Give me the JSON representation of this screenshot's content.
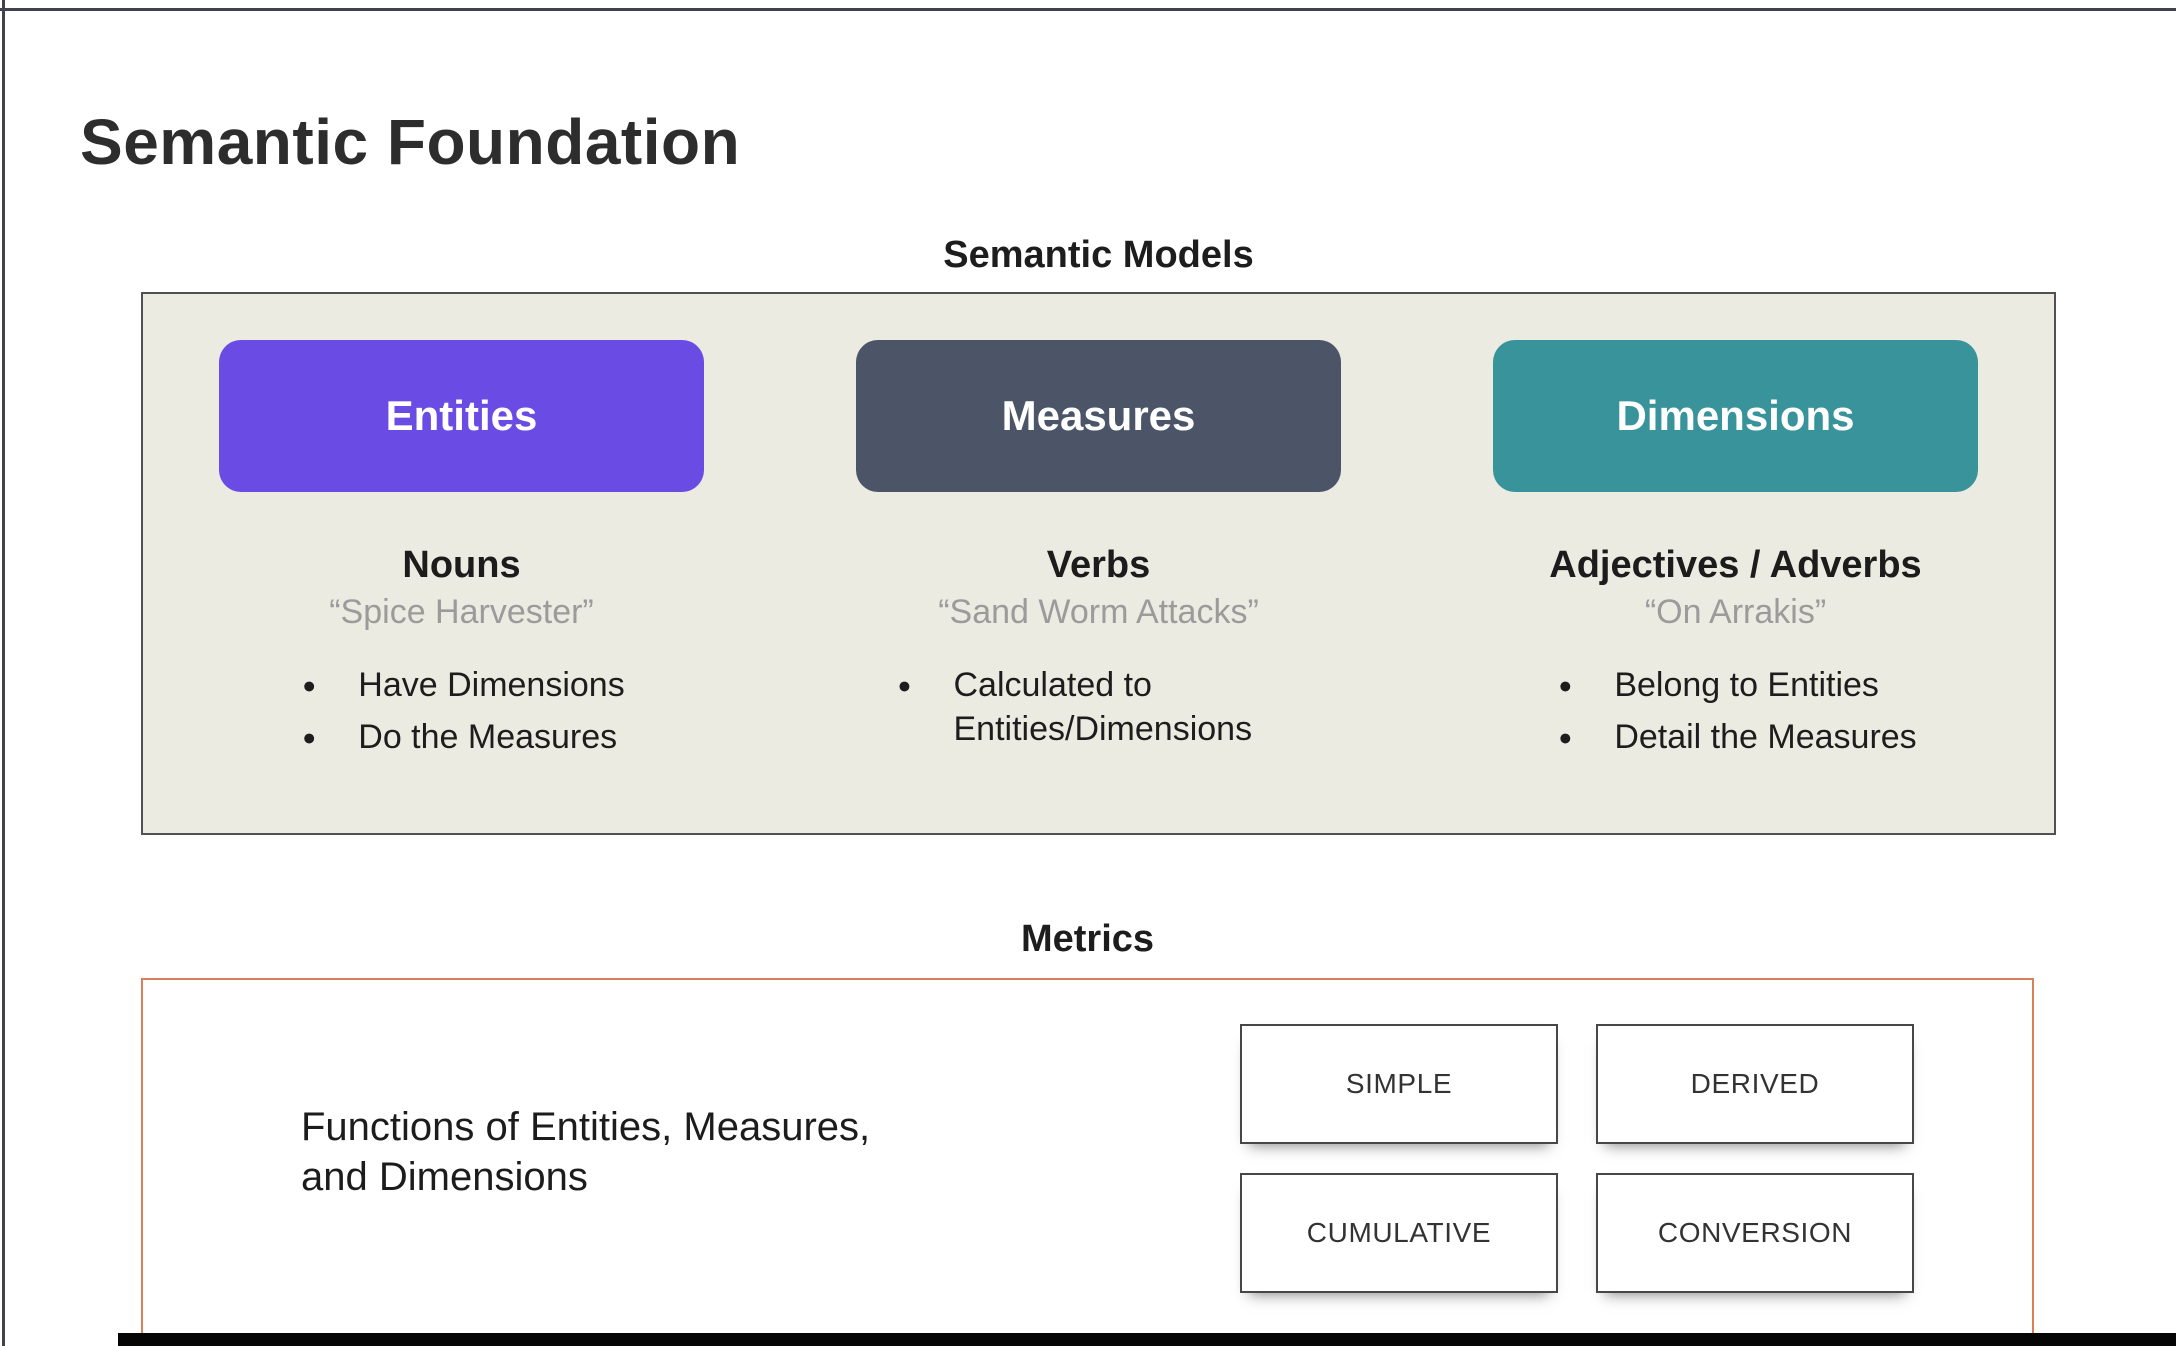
{
  "slide": {
    "title": "Semantic Foundation"
  },
  "models": {
    "heading": "Semantic Models",
    "panel_bg": "#ECEBE1",
    "columns": [
      {
        "label": "Entities",
        "color": "#6A4BE4",
        "pos": "Nouns",
        "example": "“Spice Harvester”",
        "bullets": [
          "Have Dimensions",
          "Do the Measures"
        ]
      },
      {
        "label": "Measures",
        "color": "#4C5567",
        "pos": "Verbs",
        "example": "“Sand Worm Attacks”",
        "bullets": [
          "Calculated to Entities/Dimensions"
        ]
      },
      {
        "label": "Dimensions",
        "color": "#39939B",
        "pos": "Adjectives / Adverbs",
        "example": "“On Arrakis”",
        "bullets": [
          "Belong to Entities",
          "Detail the Measures"
        ]
      }
    ]
  },
  "metrics": {
    "heading": "Metrics",
    "border_color": "#D9805B",
    "description_line1": "Functions of Entities, Measures,",
    "description_line2": "and Dimensions",
    "types": [
      "SIMPLE",
      "DERIVED",
      "CUMULATIVE",
      "CONVERSION"
    ]
  }
}
